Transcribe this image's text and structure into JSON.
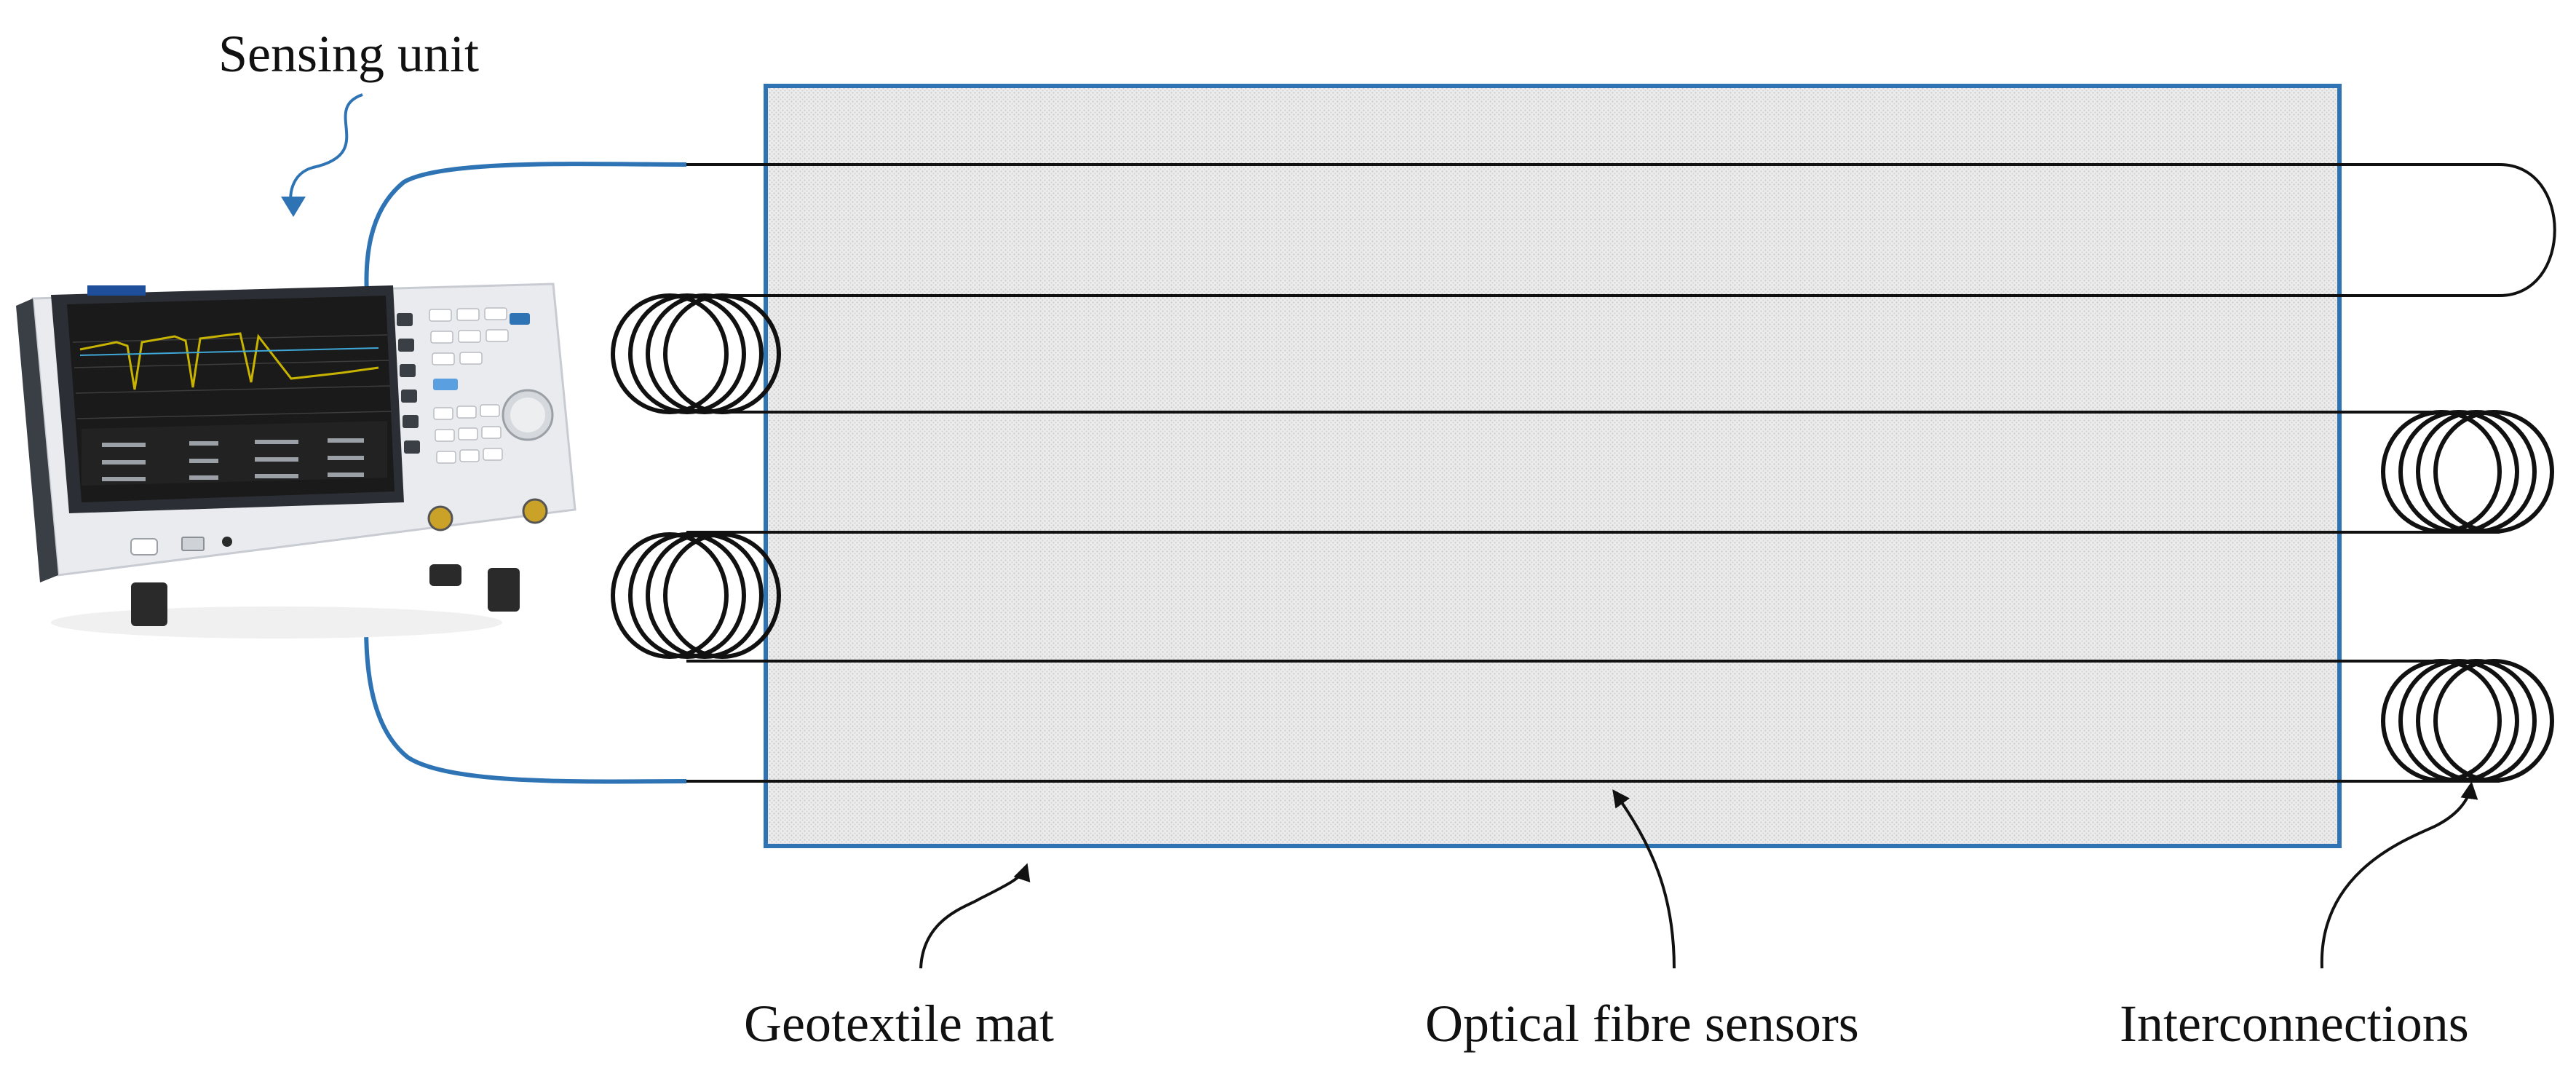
{
  "labels": {
    "sensing_unit": "Sensing unit",
    "geotextile_mat": "Geotextile mat",
    "optical_fibre_sensors": "Optical fibre sensors",
    "interconnections": "Interconnections"
  },
  "colors": {
    "mat_border": "#2e74b5",
    "mat_fill": "#e6e6e6",
    "fibre": "#111111",
    "lead_cable": "#2e74b5",
    "arrow": "#111111",
    "analyzer_body": "#e9ebee",
    "analyzer_screen": "#1a1a1a",
    "analyzer_trace": "#c8b400"
  },
  "icons": {
    "sensing_unit": "spectrum-analyzer-icon",
    "coil": "fibre-coil-icon"
  }
}
